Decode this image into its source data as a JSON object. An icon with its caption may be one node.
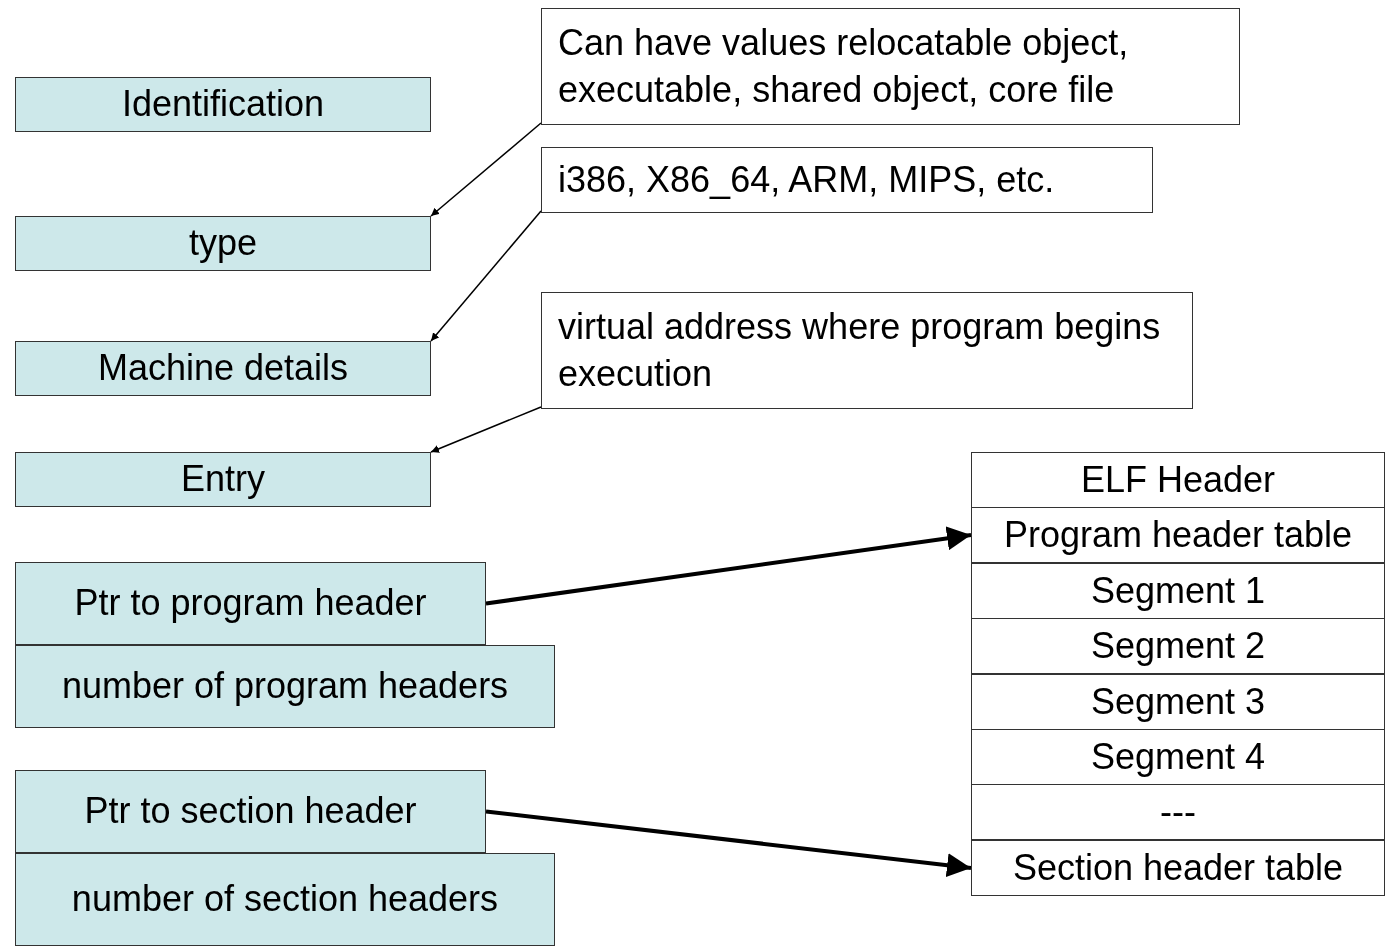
{
  "diagram": {
    "nodes": [
      {
        "text": [
          "Identification"
        ]
      },
      {
        "text": [
          "type"
        ]
      },
      {
        "text": [
          "Machine details"
        ]
      },
      {
        "text": [
          "Entry"
        ]
      },
      {
        "text": [
          "Ptr to program header"
        ]
      },
      {
        "text": [
          "number of program headers"
        ]
      },
      {
        "text": [
          "Ptr to section header"
        ]
      },
      {
        "text": [
          "number of section headers"
        ]
      },
      {
        "text": [
          "Can have values relocatable object, executable, shared object, core file"
        ]
      },
      {
        "text": [
          "i386, X86_64, ARM, MIPS, etc."
        ]
      },
      {
        "text": [
          "virtual address where program begins execution"
        ]
      },
      {
        "text": [
          "ELF Header"
        ]
      },
      {
        "text": [
          "Program header table"
        ]
      },
      {
        "text": [
          "Segment 1"
        ]
      },
      {
        "text": [
          "Segment 2"
        ]
      },
      {
        "text": [
          "Segment 3"
        ]
      },
      {
        "text": [
          "Segment 4"
        ]
      },
      {
        "text": [
          "---"
        ]
      },
      {
        "text": [
          "Section header table"
        ]
      }
    ],
    "edges": [
      {
        "from": 8,
        "to": 1,
        "arrow": "to"
      },
      {
        "from": 9,
        "to": 2,
        "arrow": "to"
      },
      {
        "from": 10,
        "to": 3,
        "arrow": "to"
      },
      {
        "from": 4,
        "to": 12,
        "arrow": "to",
        "style": "thick"
      },
      {
        "from": 6,
        "to": 18,
        "arrow": "to",
        "style": "thick"
      }
    ]
  }
}
